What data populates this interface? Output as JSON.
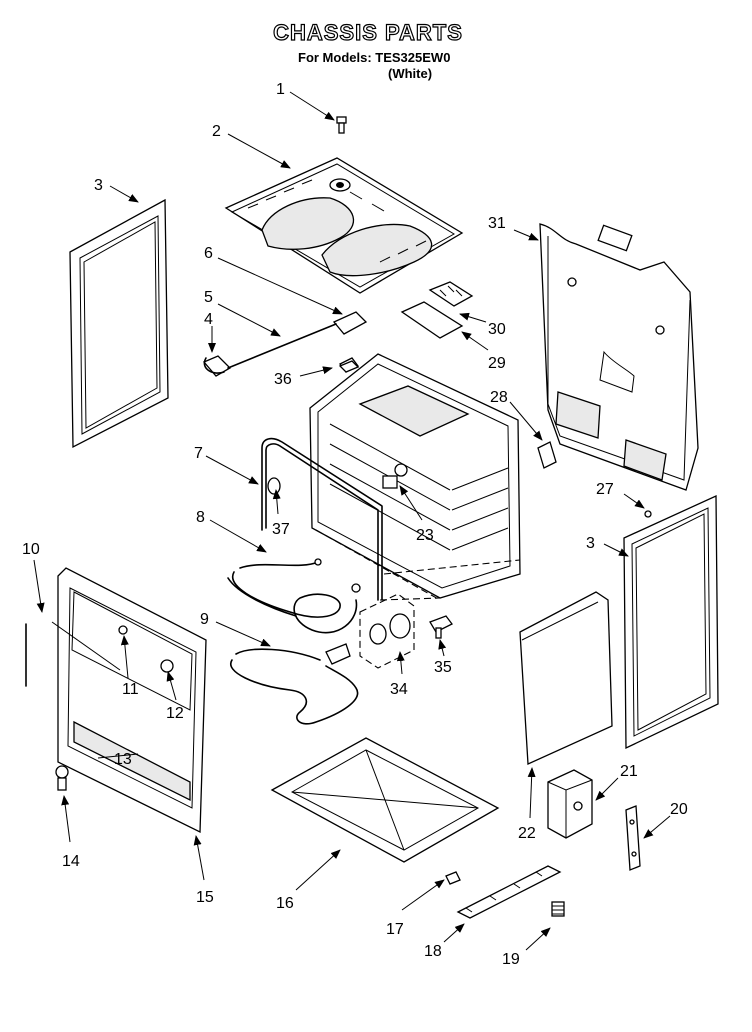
{
  "header": {
    "title": "CHASSIS PARTS",
    "models_line": "For Models: TES325EW0",
    "color_line": "(White)"
  },
  "part_numbers": [
    "1",
    "2",
    "3",
    "4",
    "5",
    "6",
    "7",
    "8",
    "9",
    "10",
    "11",
    "12",
    "13",
    "14",
    "15",
    "16",
    "17",
    "18",
    "19",
    "20",
    "21",
    "22",
    "23",
    "27",
    "28",
    "29",
    "30",
    "31",
    "34",
    "35",
    "36",
    "37"
  ]
}
